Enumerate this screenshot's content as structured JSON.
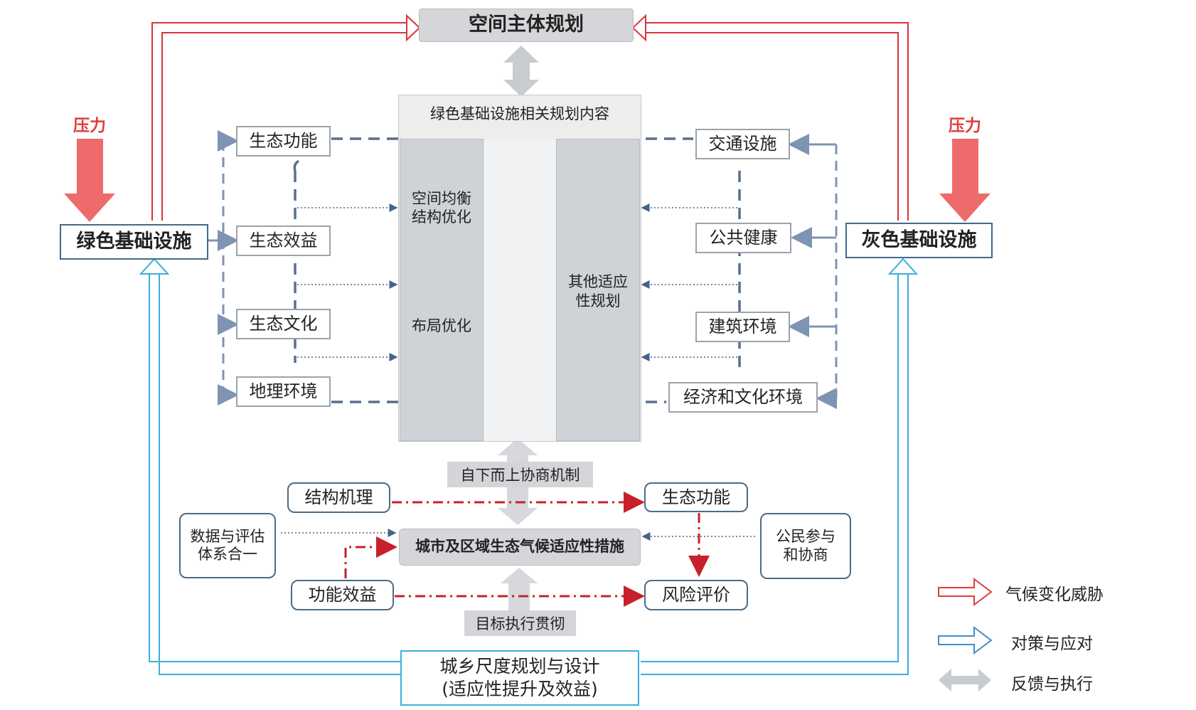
{
  "top_box": "空间主体规划",
  "center_panel": {
    "title": "绿色基础设施相关规划内容",
    "left_col_line1": "空间均衡",
    "left_col_line2": "结构优化",
    "left_col_bottom": "布局优化",
    "right_col_line1": "其他适应",
    "right_col_line2": "性规划"
  },
  "left_main": "绿色基础设施",
  "right_main": "灰色基础设施",
  "pressure_left": "压力",
  "pressure_right": "压力",
  "left_items": [
    "生态功能",
    "生态效益",
    "生态文化",
    "地理环境"
  ],
  "right_items": [
    "交通设施",
    "公共健康",
    "建筑环境",
    "经济和文化环境"
  ],
  "band_top": "自下而上协商机制",
  "band_bottom": "目标执行贯彻",
  "lower": {
    "structure": "结构机理",
    "function_top": "生态功能",
    "center": "城市及区域生态气候适应性措施",
    "benefit": "功能效益",
    "risk": "风险评价",
    "data_line1": "数据与评估",
    "data_line2": "体系合一",
    "citizen_line1": "公民参与",
    "citizen_line2": "和协商"
  },
  "bottom_box_line1": "城乡尺度规划与设计",
  "bottom_box_line2": "(适应性提升及效益)",
  "legend": [
    {
      "label": "气候变化威胁",
      "color": "#e03c3c"
    },
    {
      "label": "对策与应对",
      "color": "#3a8fd0"
    },
    {
      "label": "反馈与执行",
      "color": "#c8cbcf"
    }
  ]
}
